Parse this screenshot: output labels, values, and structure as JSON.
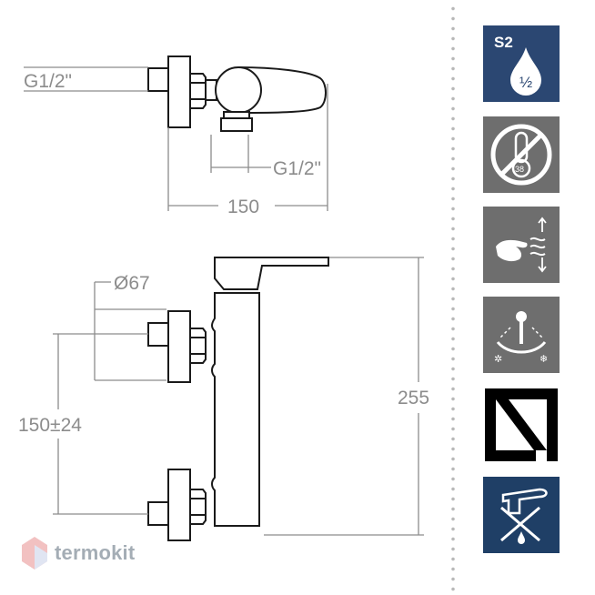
{
  "drawing": {
    "top_view": {
      "inlet_thread": "G1/2\"",
      "outlet_thread": "G1/2\"",
      "width": "150"
    },
    "front_view": {
      "diameter": "Ø67",
      "center_distance": "150±24",
      "height": "255"
    }
  },
  "icons": [
    {
      "name": "s2-water-class",
      "text_top": "S2",
      "text_bottom": "½",
      "bg": "#2b4772"
    },
    {
      "name": "no-thermostat",
      "text": "38",
      "bg": "#6e6e6e"
    },
    {
      "name": "easy-clean",
      "bg": "#6e6e6e"
    },
    {
      "name": "hot-cold-mixing",
      "bg": "#6e6e6e"
    },
    {
      "name": "brand-logo",
      "bg": "#ffffff"
    },
    {
      "name": "no-spout",
      "bg": "#1f3f66"
    }
  ],
  "watermark": {
    "text": "termokit"
  },
  "colors": {
    "line": "#8c8c8c",
    "outline": "#1a1a1a",
    "tile_gray": "#6e6e6e",
    "tile_blue": "#2b4772",
    "tile_blue_dark": "#1f3f66"
  }
}
